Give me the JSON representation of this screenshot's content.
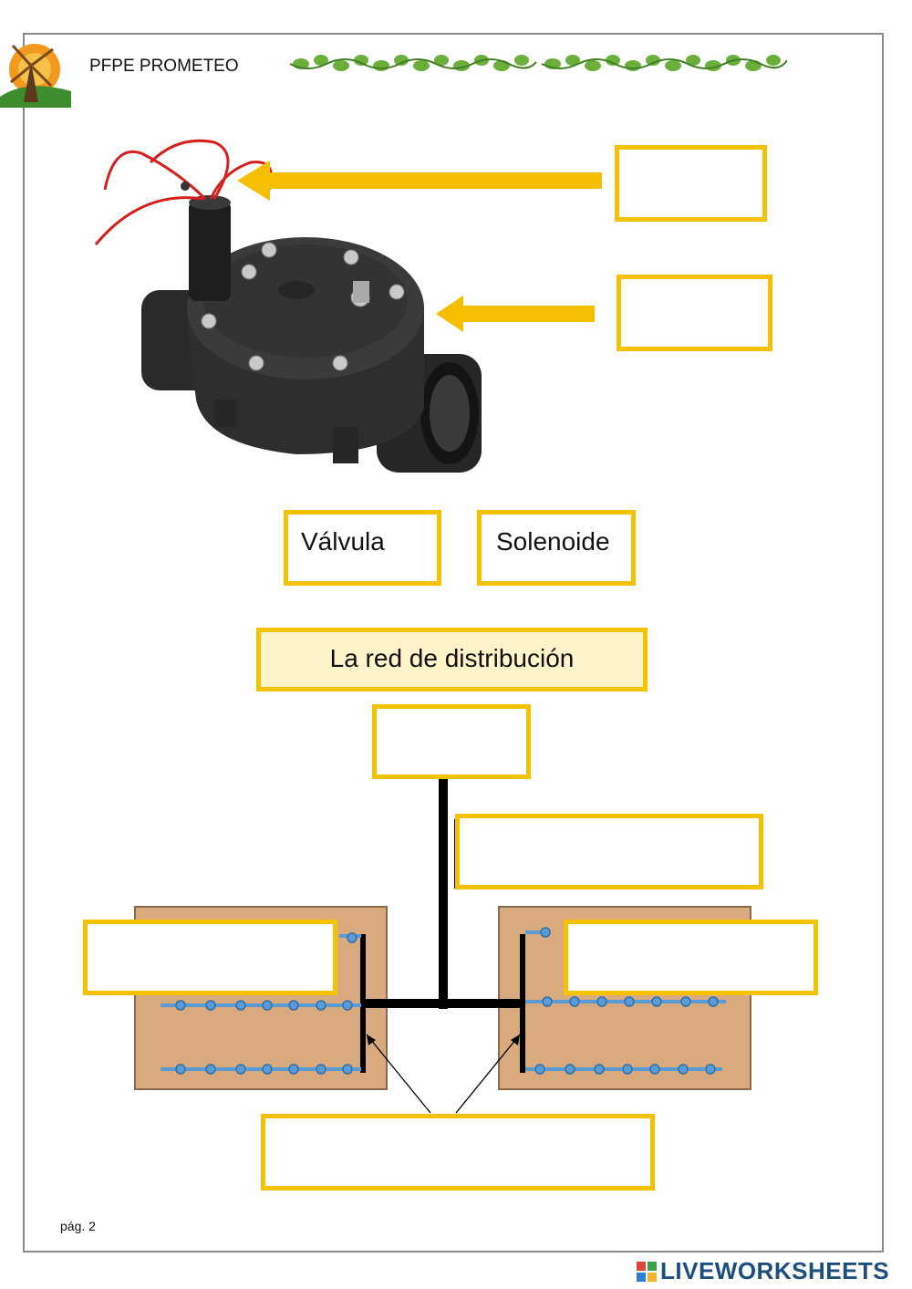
{
  "header": {
    "title": "PFPE PROMETEO",
    "logo_icon": "windmill-logo-icon",
    "decoration_icon": "vine-border-icon"
  },
  "valve_section": {
    "image_icon": "solenoid-valve-photo-icon",
    "answer_boxes": [
      {
        "value": ""
      },
      {
        "value": ""
      }
    ],
    "word_bank": [
      "Válvula",
      "Solenoide"
    ]
  },
  "network_section": {
    "title": "La red de distribución",
    "answer_boxes": [
      {
        "value": ""
      },
      {
        "value": ""
      },
      {
        "value": ""
      },
      {
        "value": ""
      },
      {
        "value": ""
      }
    ]
  },
  "footer": {
    "page_label": "pág. 2",
    "brand": "LIVEWORKSHEETS"
  },
  "colors": {
    "box_border": "#f5c200",
    "arrow_fill": "#f5bf00",
    "field_fill": "#d9aa7e",
    "pipe_blue": "#5b9bd5",
    "pipe_black": "#000000"
  }
}
